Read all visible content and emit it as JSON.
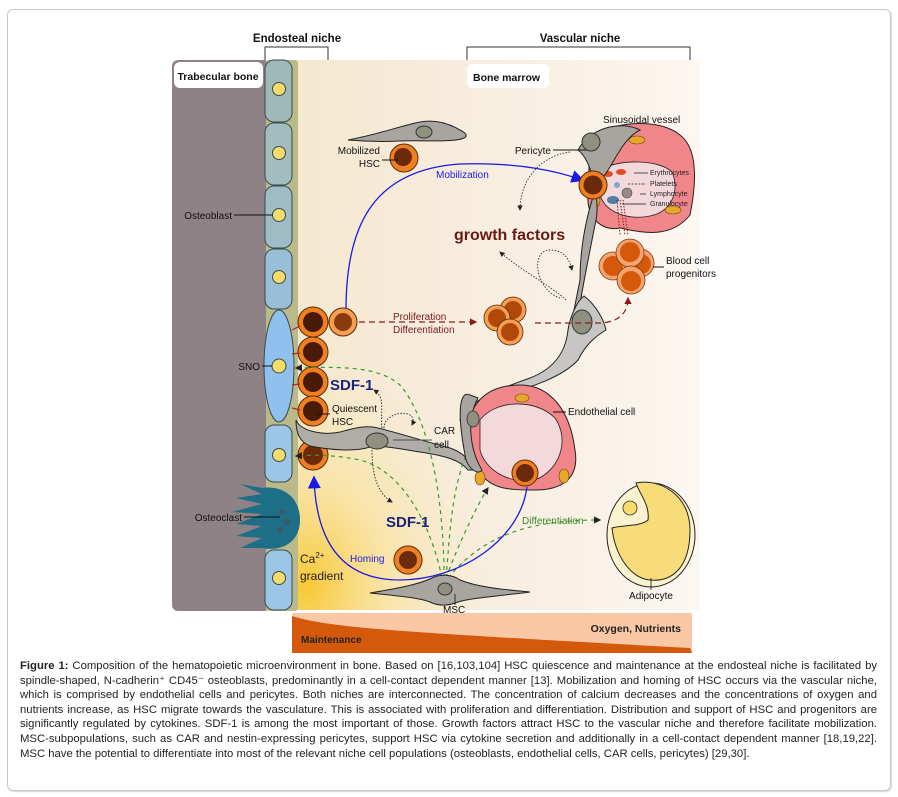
{
  "figure": {
    "region_headers": {
      "endosteal": "Endosteal niche",
      "vascular": "Vascular niche"
    },
    "region_labels": {
      "trabecular_bone": "Trabecular bone",
      "bone_marrow": "Bone marrow"
    },
    "cell_labels": {
      "osteoblast": "Osteoblast",
      "sno": "SNO",
      "osteoclast": "Osteoclast",
      "mobilized_hsc_line1": "Mobilized",
      "mobilized_hsc_line2": "HSC",
      "quiescent_hsc_line1": "Quiescent",
      "quiescent_hsc_line2": "HSC",
      "car_cell_line1": "CAR",
      "car_cell_line2": "cell",
      "msc": "MSC",
      "pericyte": "Pericyte",
      "sinusoidal_vessel": "Sinusoidal vessel",
      "erythrocytes": "Erythrocytes",
      "platelets": "Platelets",
      "lymphocyte": "Lymphocyte",
      "granulocyte": "Granulocyte",
      "blood_cell_progenitors_line1": "Blood cell",
      "blood_cell_progenitors_line2": "progenitors",
      "endothelial_cell": "Endothelial cell",
      "adipocyte": "Adipocyte"
    },
    "process_labels": {
      "mobilization": "Mobilization",
      "homing": "Homing",
      "proliferation": "Proliferation",
      "differentiation_prolif": "Differentiation",
      "differentiation_adipo": "Differentiation",
      "growth_factors": "growth factors",
      "sdf1_top": "SDF-1",
      "sdf1_bottom": "SDF-1",
      "ca_gradient_line1": "Ca",
      "ca_gradient_sup": "2+",
      "ca_gradient_line2": "gradient"
    },
    "gradient_bar": {
      "left_label": "Maintenance",
      "right_label": "Oxygen, Nutrients"
    },
    "colors": {
      "bone": "#8f8286",
      "osteoblast": "#9fb8b8",
      "sno": "#8fc0ee",
      "nucleus_yellow": "#f6dc6a",
      "hsc_outer": "#f07f22",
      "hsc_inner": "#6b2a0c",
      "vessel": "#f0858a",
      "vessel_lumen": "#f4d9dc",
      "stromal": "#a8a4a0",
      "osteoclast": "#1c6f86",
      "mobilization_arrow": "#1a1ae6",
      "sdf1_text": "#1a237e",
      "growth_text": "#6b1a12",
      "green_dash": "#3a9a2a",
      "maroon_dash": "#8b1a1a",
      "bar_dark": "#d4590a",
      "bar_light": "#fbc8a6"
    }
  },
  "caption": {
    "label": "Figure 1:",
    "text": " Composition of the hematopoietic microenvironment in bone. Based on [16,103,104] HSC quiescence and maintenance at the endosteal niche is facilitated by spindle-shaped, N-cadherin⁺ CD45⁻ osteoblasts, predominantly in a cell-contact dependent manner [13]. Mobilization and homing of HSC occurs via the vascular niche, which is comprised by endothelial cells and pericytes. Both niches are interconnected. The concentration of calcium decreases and the concentrations of oxygen and nutrients increase, as HSC migrate towards the vasculature. This is associated with proliferation and differentiation. Distribution and support of HSC and progenitors are significantly regulated by cytokines. SDF-1 is among the most important of those. Growth factors attract HSC to the vascular niche and therefore facilitate mobilization. MSC-subpopulations, such as CAR and nestin-expressing pericytes, support HSC via cytokine secretion and additionally in a cell-contact dependent manner [18,19,22]. MSC have the potential to differentiate into most of the relevant niche cell populations (osteoblasts, endothelial cells, CAR cells, pericytes) [29,30]."
  }
}
